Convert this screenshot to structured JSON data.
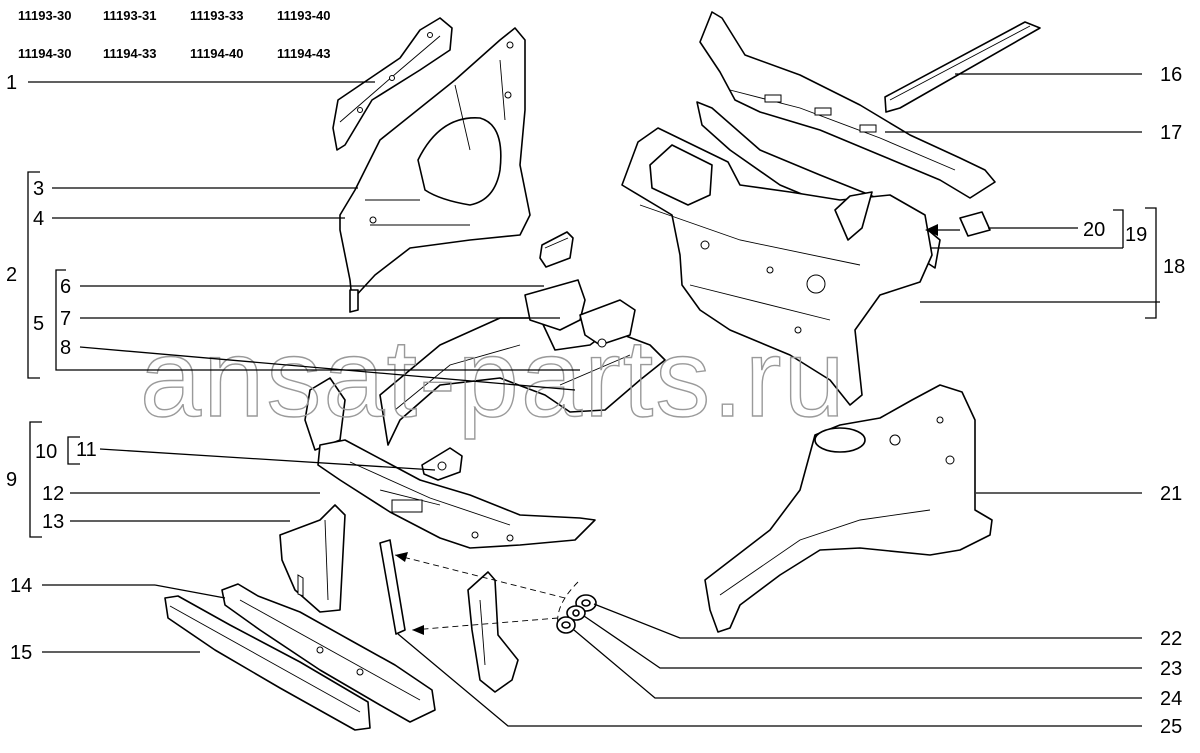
{
  "model_codes": {
    "row1": [
      "11193-30",
      "11193-31",
      "11193-33",
      "11193-40"
    ],
    "row2": [
      "11194-30",
      "11194-33",
      "11194-40",
      "11194-43"
    ]
  },
  "watermark": "ansat-parts.ru",
  "callouts": [
    "1",
    "2",
    "3",
    "4",
    "5",
    "6",
    "7",
    "8",
    "9",
    "10",
    "11",
    "12",
    "13",
    "14",
    "15",
    "16",
    "17",
    "18",
    "19",
    "20",
    "21",
    "22",
    "23",
    "24",
    "25"
  ]
}
